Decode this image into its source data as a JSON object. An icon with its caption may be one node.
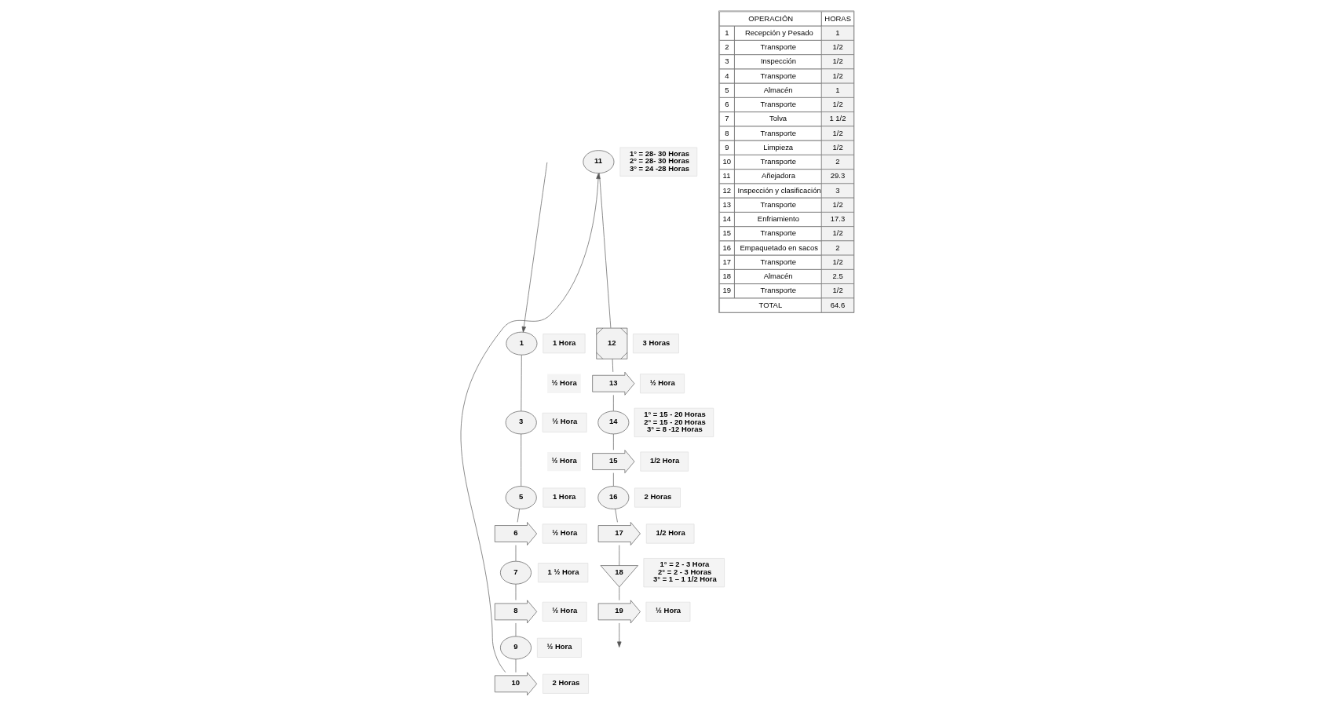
{
  "diagram": {
    "nodes": [
      {
        "text": [
          "1"
        ],
        "beside": [
          "1 Hora"
        ]
      },
      {
        "text": [
          "3"
        ],
        "beside": [
          "½ Hora"
        ]
      },
      {
        "text": [
          "5"
        ],
        "beside": [
          "1 Hora"
        ]
      },
      {
        "text": [
          "6"
        ],
        "beside": [
          "½ Hora"
        ]
      },
      {
        "text": [
          "7"
        ],
        "beside": [
          "1 ½ Hora"
        ]
      },
      {
        "text": [
          "8"
        ],
        "beside": [
          "½ Hora"
        ]
      },
      {
        "text": [
          "9"
        ],
        "beside": [
          "½ Hora"
        ]
      },
      {
        "text": [
          "10"
        ],
        "beside": [
          "2 Horas"
        ]
      },
      {
        "text": [
          "11"
        ],
        "beside": [
          "1° = 28- 30 Horas 2° = 28- 30 Horas 3° = 24 -28 Horas"
        ]
      },
      {
        "text": [
          "12"
        ],
        "beside": [
          "3 Horas"
        ]
      },
      {
        "text": [
          "13"
        ],
        "beside": [
          "½ Hora"
        ]
      },
      {
        "text": [
          "14"
        ],
        "beside": [
          "1° = 15 - 20 Horas 2° = 15 - 20 Horas 3° = 8 -12 Horas"
        ]
      },
      {
        "text": [
          "15"
        ],
        "beside": [
          "1/2 Hora"
        ]
      },
      {
        "text": [
          "16"
        ],
        "beside": [
          "2 Horas"
        ]
      },
      {
        "text": [
          "17"
        ],
        "beside": [
          "1/2 Hora"
        ]
      },
      {
        "text": [
          "18"
        ],
        "beside": [
          "1° = 2 - 3 Hora 2° = 2 - 3 Horas 3° = 1 – 1 1/2 Hora"
        ]
      },
      {
        "text": [
          "19"
        ],
        "beside": [
          "½ Hora"
        ]
      }
    ],
    "edges": [
      {
        "from": null,
        "to": 0,
        "arrow": "to"
      },
      {
        "from": 0,
        "to": 1,
        "arrow": "none"
      },
      {
        "from": 1,
        "to": 2,
        "arrow": "none"
      },
      {
        "from": 2,
        "to": 3,
        "arrow": "none"
      },
      {
        "from": 3,
        "to": 4,
        "arrow": "none"
      },
      {
        "from": 4,
        "to": 5,
        "arrow": "none"
      },
      {
        "from": 5,
        "to": 6,
        "arrow": "none"
      },
      {
        "from": 6,
        "to": 7,
        "arrow": "none"
      },
      {
        "from": 7,
        "to": 8,
        "arrow": "to"
      },
      {
        "from": 8,
        "to": 9,
        "arrow": "none"
      },
      {
        "from": 9,
        "to": 10,
        "arrow": "none"
      },
      {
        "from": 10,
        "to": 11,
        "arrow": "none"
      },
      {
        "from": 11,
        "to": 12,
        "arrow": "none"
      },
      {
        "from": 12,
        "to": 13,
        "arrow": "none"
      },
      {
        "from": 13,
        "to": 14,
        "arrow": "none"
      },
      {
        "from": 14,
        "to": 15,
        "arrow": "none"
      },
      {
        "from": 15,
        "to": 16,
        "arrow": "none"
      },
      {
        "from": 16,
        "to": null,
        "arrow": "to"
      }
    ],
    "labels": [
      "½ Hora",
      "½ Hora",
      "OPERACIÓN",
      "HORAS",
      "1",
      "Recepción y Pesado",
      "1",
      "2",
      "Transporte",
      "1/2",
      "3",
      "Inspección",
      "1/2",
      "4",
      "Transporte",
      "1/2",
      "5",
      "Almacén",
      "1",
      "6",
      "Transporte",
      "1/2",
      "7",
      "Tolva",
      "1 1/2",
      "8",
      "Transporte",
      "1/2",
      "9",
      "Limpieza",
      "1/2",
      "10",
      "Transporte",
      "2",
      "11",
      "Añejadora",
      "29.3",
      "12",
      "Inspección y clasificación",
      "3",
      "13",
      "Transporte",
      "1/2",
      "14",
      "Enfriamiento",
      "17.3",
      "15",
      "Transporte",
      "1/2",
      "16",
      "Empaquetado en sacos",
      "2",
      "17",
      "Transporte",
      "1/2",
      "18",
      "Almacén",
      "2.5",
      "19",
      "Transporte",
      "1/2",
      "TOTAL",
      "64.6"
    ]
  }
}
